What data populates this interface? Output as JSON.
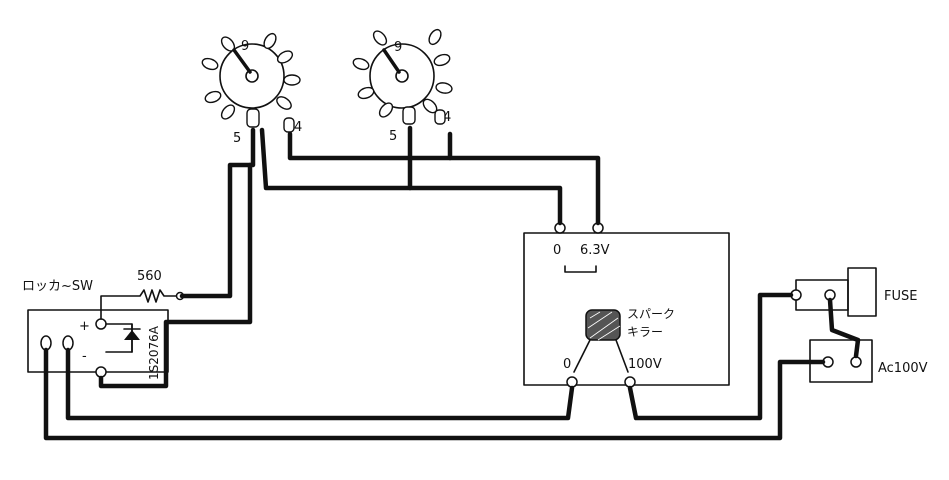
{
  "tubes": [
    {
      "pin_top": "9",
      "pin_left": "5",
      "pin_right": "4"
    },
    {
      "pin_top": "9",
      "pin_left": "5",
      "pin_right": "4"
    }
  ],
  "transformer": {
    "secondary_zero": "0",
    "secondary_volt": "6.3V",
    "primary_zero": "0",
    "primary_volt": "100V",
    "spark_killer_line1": "スパーク",
    "spark_killer_line2": "キラー"
  },
  "rocker_switch": {
    "label": "ロッカ~SW",
    "plus": "+",
    "minus": "-"
  },
  "resistor": {
    "value": "560"
  },
  "diode": {
    "part": "1S2076A"
  },
  "fuse": {
    "label": "FUSE"
  },
  "ac_input": {
    "label": "Ac100V"
  },
  "colors": {
    "ink": "#111111",
    "background": "#ffffff",
    "spark_killer_fill": "#555555"
  }
}
